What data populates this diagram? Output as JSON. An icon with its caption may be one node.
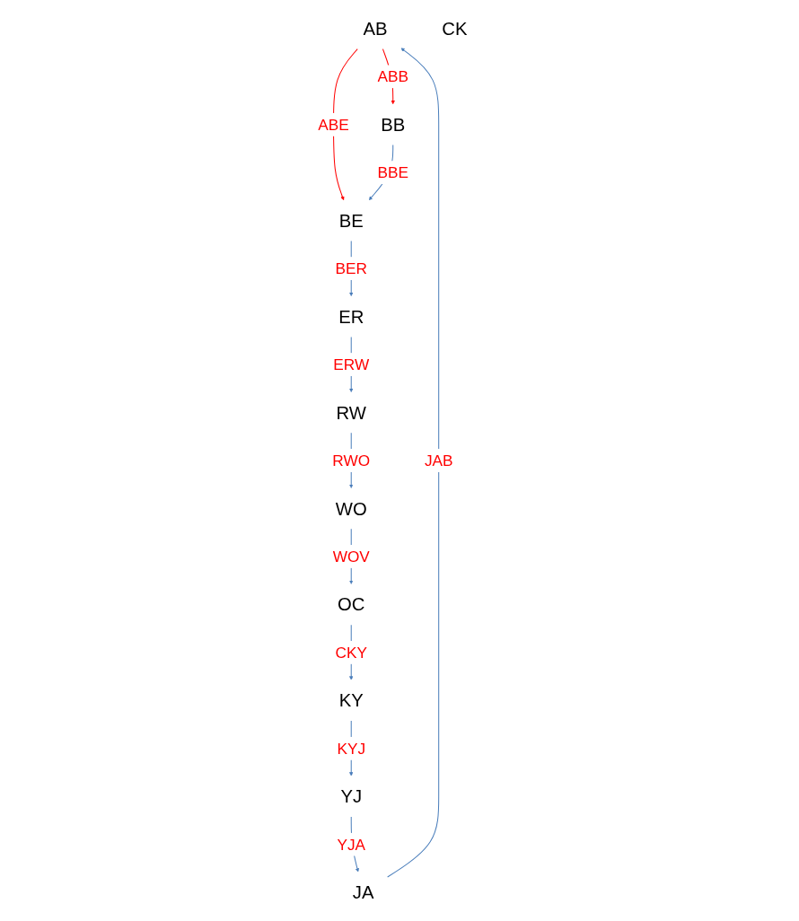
{
  "diagram": {
    "nodes": [
      {
        "text": [
          "AB"
        ]
      },
      {
        "text": [
          "JA"
        ]
      },
      {
        "text": [
          "BB"
        ]
      },
      {
        "text": [
          "BE"
        ]
      },
      {
        "text": [
          "RW"
        ]
      },
      {
        "text": [
          "ER"
        ]
      },
      {
        "text": [
          "YJ"
        ]
      },
      {
        "text": [
          "KY"
        ]
      },
      {
        "text": [
          "OC"
        ]
      },
      {
        "text": [
          "WO"
        ]
      },
      {
        "text": [
          "CK"
        ]
      }
    ],
    "edges": [
      {
        "from": 1,
        "to": 0,
        "arrow": "to",
        "label": "JAB"
      },
      {
        "from": 0,
        "to": 2,
        "arrow": "to",
        "label": "ABB",
        "color": "#ff0000"
      },
      {
        "from": 0,
        "to": 3,
        "arrow": "to",
        "label": "ABE",
        "color": "#ff0000"
      },
      {
        "from": 2,
        "to": 3,
        "arrow": "to",
        "label": "BBE"
      },
      {
        "from": 3,
        "to": 5,
        "arrow": "to",
        "label": "BER"
      },
      {
        "from": 5,
        "to": 4,
        "arrow": "to",
        "label": "ERW"
      },
      {
        "from": 6,
        "to": 1,
        "arrow": "to",
        "label": "YJA"
      },
      {
        "from": 4,
        "to": 9,
        "arrow": "to",
        "label": "RWO"
      },
      {
        "from": 7,
        "to": 6,
        "arrow": "to",
        "label": "KYJ"
      },
      {
        "from": 8,
        "to": 7,
        "arrow": "to",
        "label": "CKY"
      },
      {
        "from": 9,
        "to": 8,
        "arrow": "to",
        "label": "WOV"
      }
    ]
  }
}
